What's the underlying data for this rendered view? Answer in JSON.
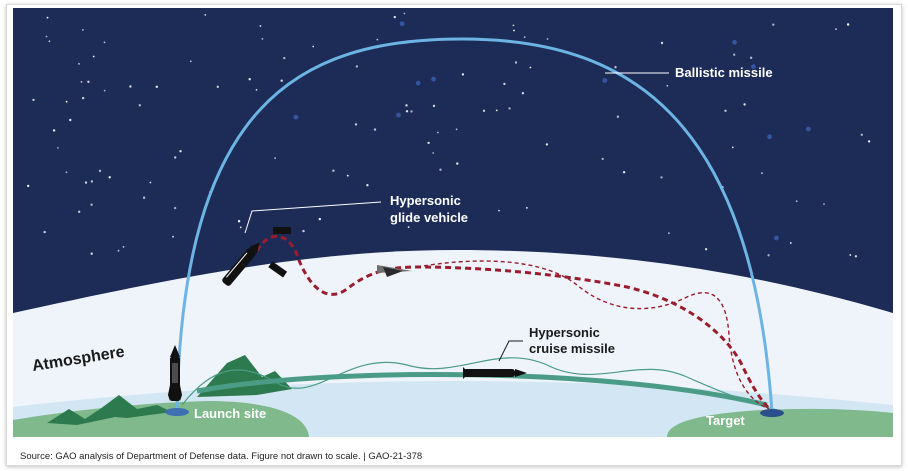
{
  "labels": {
    "ballistic": "Ballistic missile",
    "glide_line1": "Hypersonic",
    "glide_line2": "glide vehicle",
    "cruise_line1": "Hypersonic",
    "cruise_line2": "cruise missile",
    "atmosphere": "Atmosphere",
    "launch_site": "Launch site",
    "target": "Target"
  },
  "source": "Source: GAO analysis of Department of Defense data. Figure not drawn to scale.  |  GAO-21-378",
  "colors": {
    "sky": "#1d2b57",
    "atmosphere": "#eef4fa",
    "earth": "#d3e6f3",
    "land": "#7fb98c",
    "mountain": "#2d7a4e",
    "ballistic_arc": "#6cb4e4",
    "glide_path": "#9b1c2e",
    "cruise_band": "#4a9c86"
  }
}
